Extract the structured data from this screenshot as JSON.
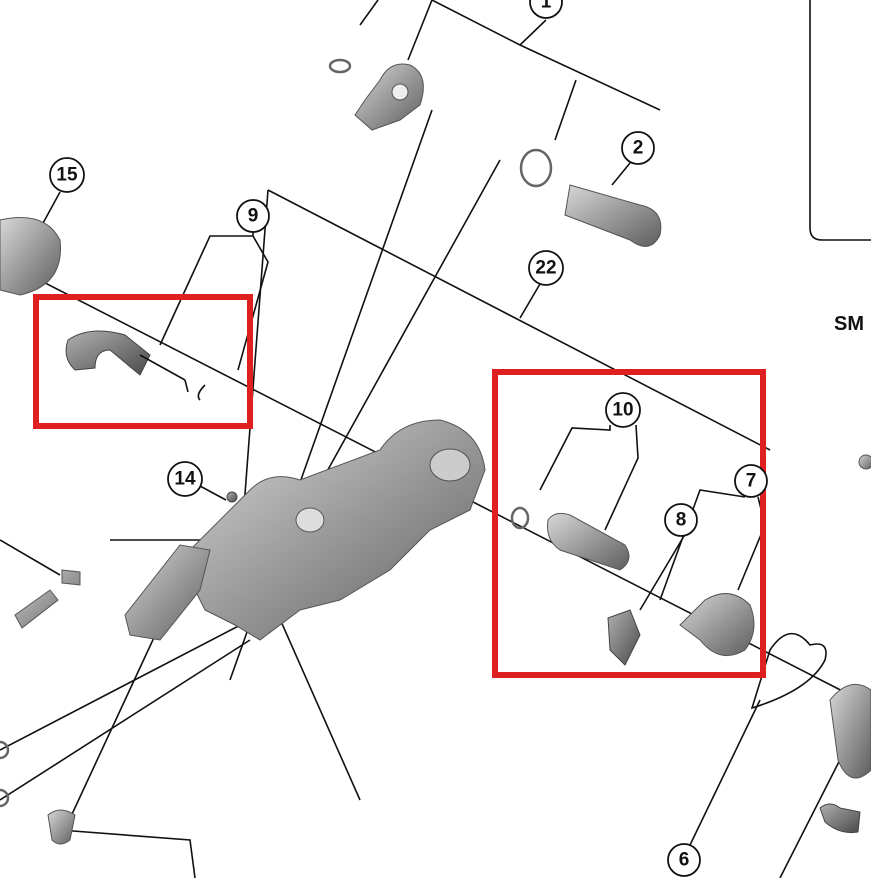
{
  "diagram": {
    "callouts": [
      {
        "id": "callout-1",
        "number": "1"
      },
      {
        "id": "callout-2",
        "number": "2"
      },
      {
        "id": "callout-15",
        "number": "15"
      },
      {
        "id": "callout-9",
        "number": "9"
      },
      {
        "id": "callout-22",
        "number": "22"
      },
      {
        "id": "callout-10",
        "number": "10"
      },
      {
        "id": "callout-7",
        "number": "7"
      },
      {
        "id": "callout-8",
        "number": "8"
      },
      {
        "id": "callout-14",
        "number": "14"
      },
      {
        "id": "callout-6",
        "number": "6"
      }
    ],
    "side_text": "SM",
    "highlight_color": "#e02020",
    "highlights": [
      "part-9-group",
      "part-10-7-8-group"
    ]
  }
}
